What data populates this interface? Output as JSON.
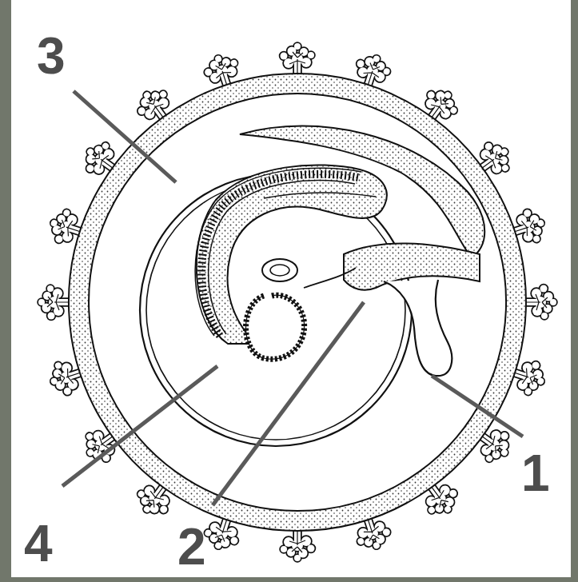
{
  "diagram": {
    "labels": [
      "3",
      "1",
      "4",
      "2"
    ]
  }
}
